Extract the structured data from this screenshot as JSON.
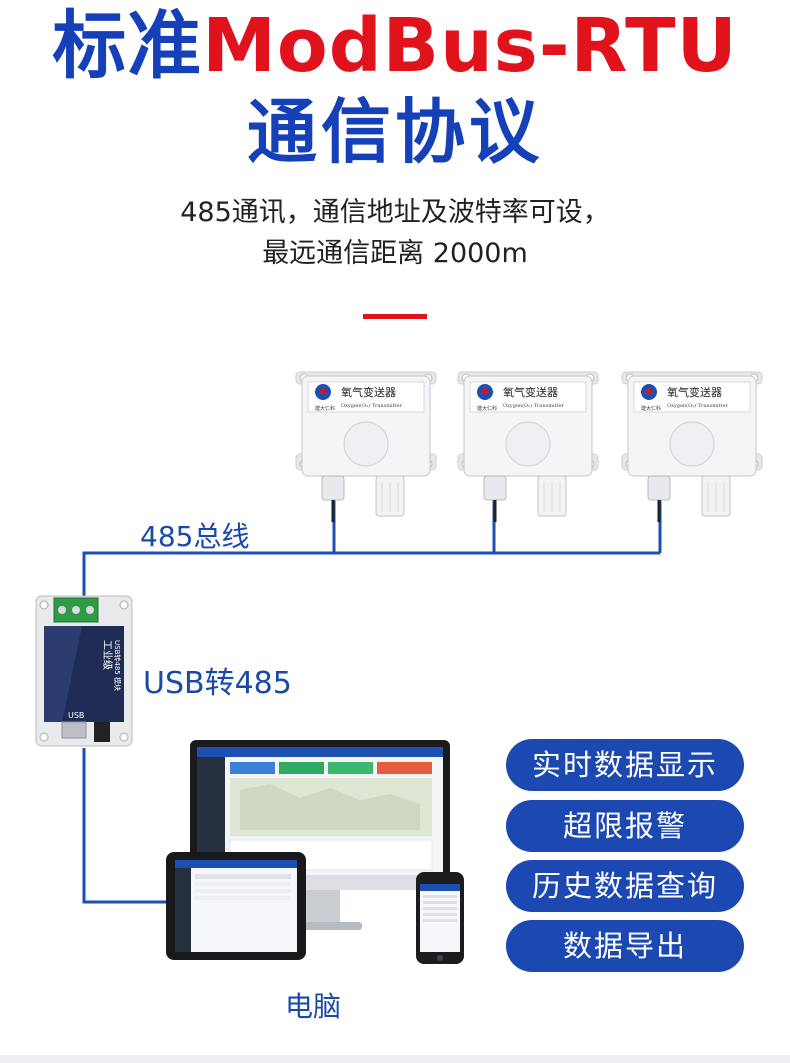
{
  "header": {
    "title_part1": "标准",
    "title_part2": "ModBus-RTU",
    "title_line2": "通信协议",
    "subtitle_line1": "485通讯，通信地址及波特率可设，",
    "subtitle_line2": "最远通信距离 2000m"
  },
  "diagram": {
    "bus_label": "485总线",
    "converter_label": "USB转485",
    "computer_label": "电脑",
    "sensor_name": "氧气变送器",
    "sensor_sub": "Oxygen(O₂) Transmitter",
    "sensor_brand": "建大仁科",
    "converter_text": "工业级",
    "converter_sub": "USB转485 模块",
    "converter_port": "USB"
  },
  "features": [
    "实时数据显示",
    "超限报警",
    "历史数据查询",
    "数据导出"
  ],
  "colors": {
    "title_blue": "#1540b8",
    "title_red": "#e0121b",
    "button_blue": "#1c48b2",
    "bus_line_blue": "#1d4fb0",
    "label_blue": "#1a4aa8"
  }
}
